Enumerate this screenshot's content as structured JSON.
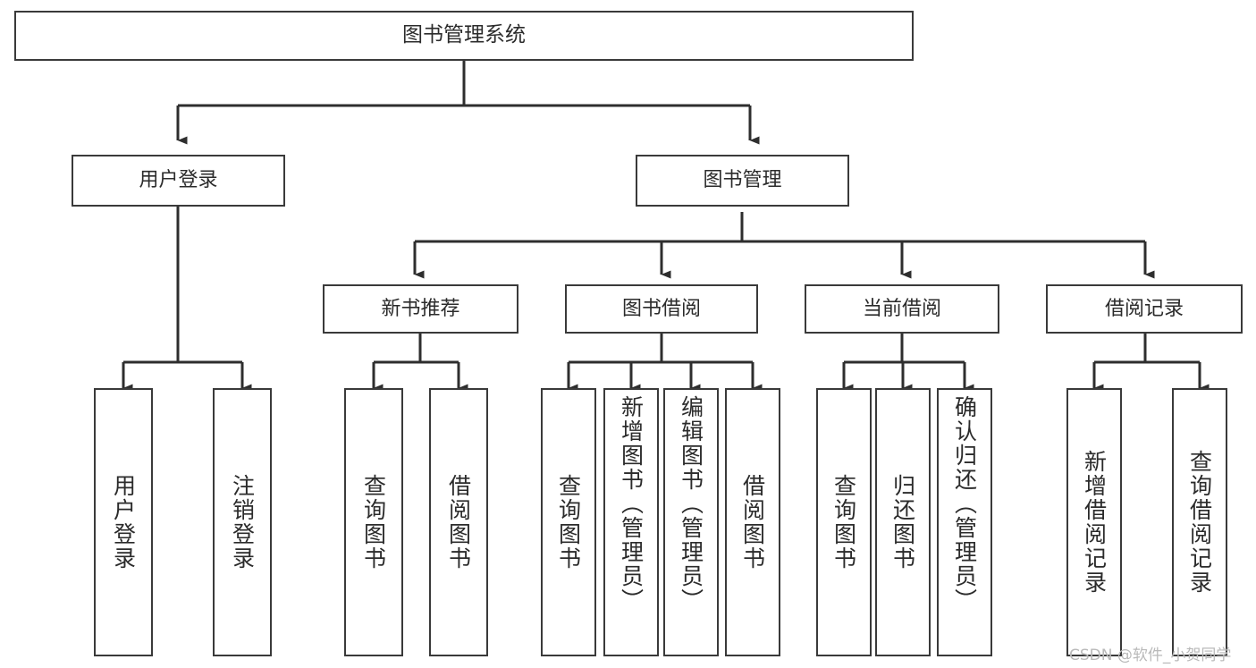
{
  "diagram": {
    "title": "图书管理系统",
    "watermark": "CSDN @软件_小贺同学",
    "stroke_color": "#3a3a3a",
    "background_color": "#ffffff",
    "text_color": "#2b2b2b",
    "root": {
      "label": "图书管理系统"
    },
    "level1": [
      {
        "label": "用户登录"
      },
      {
        "label": "图书管理"
      }
    ],
    "level2": [
      {
        "label": "新书推荐"
      },
      {
        "label": "图书借阅"
      },
      {
        "label": "当前借阅"
      },
      {
        "label": "借阅记录"
      }
    ],
    "leaves": {
      "user_login": [
        {
          "label": "用户登录"
        },
        {
          "label": "注销登录"
        }
      ],
      "new_book_recommend": [
        {
          "label": "查询图书"
        },
        {
          "label": "借阅图书"
        }
      ],
      "book_borrow": [
        {
          "label": "查询图书"
        },
        {
          "label": "新增图书（管理员）"
        },
        {
          "label": "编辑图书（管理员）"
        },
        {
          "label": "借阅图书"
        }
      ],
      "current_borrow": [
        {
          "label": "查询图书"
        },
        {
          "label": "归还图书"
        },
        {
          "label": "确认归还（管理员）"
        }
      ],
      "borrow_record": [
        {
          "label": "新增借阅记录"
        },
        {
          "label": "查询借阅记录"
        }
      ]
    }
  }
}
